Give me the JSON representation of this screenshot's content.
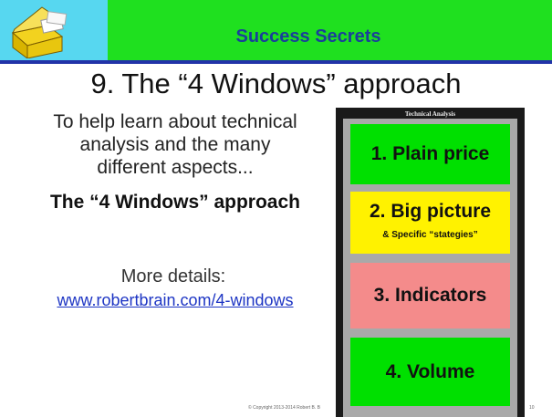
{
  "header": {
    "title": "Success Secrets",
    "logo_icon": "treasure-chest-icon",
    "colors": {
      "left": "#57d7f0",
      "right": "#1fe01f",
      "title": "#1a3f9a",
      "rule": "#2233a8"
    }
  },
  "slide": {
    "title": "9. The “4 Windows” approach",
    "intro_lines": [
      "To help learn about technical",
      "analysis and the many",
      "different aspects..."
    ],
    "approach": "The “4 Windows” approach",
    "more_details": "More details:",
    "link": "www.robertbrain.com/4-windows",
    "copyright": "© Copyright 2013-2014 Robert B. B",
    "page_number": "10"
  },
  "panel": {
    "heading": "Technical Analysis",
    "windows": [
      {
        "label": "1. Plain price",
        "color": "#00e000"
      },
      {
        "label": "2. Big picture",
        "sub": "& Specific “stategies”",
        "color": "#fff200"
      },
      {
        "label": "3. Indicators",
        "color": "#f48b8b"
      },
      {
        "label": "4. Volume",
        "color": "#00e000"
      }
    ]
  }
}
